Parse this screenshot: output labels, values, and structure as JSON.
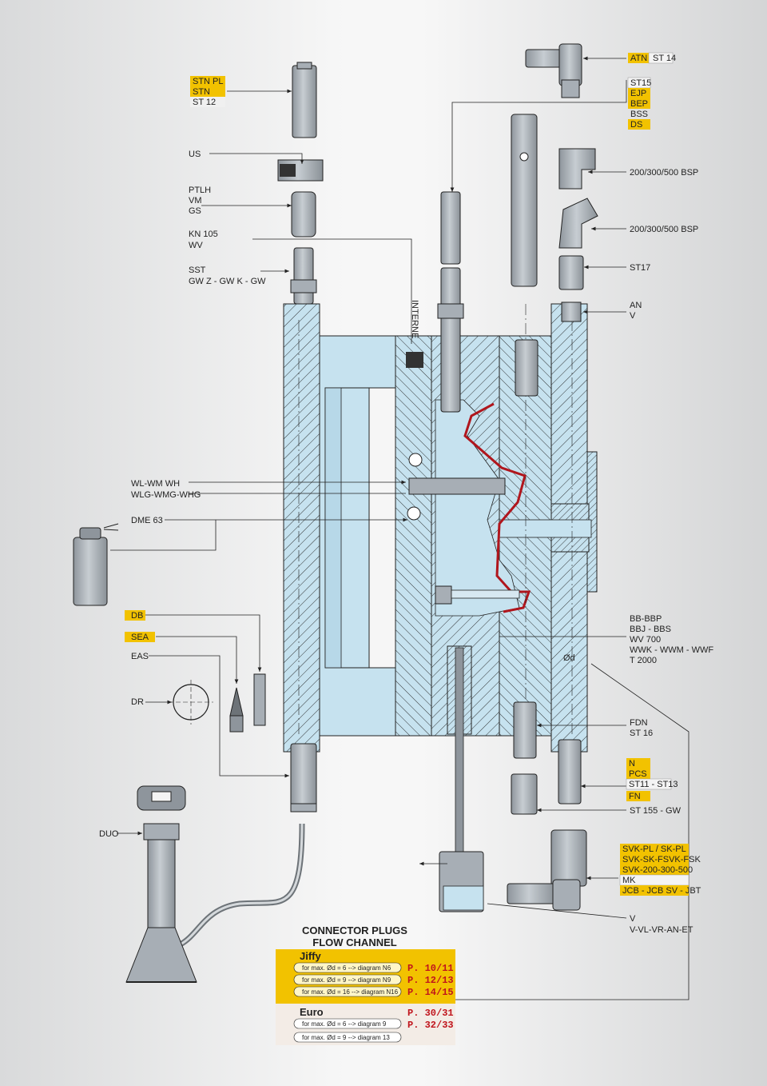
{
  "colors": {
    "yellow_tag": "#f2c200",
    "steel": "#a7aeb5",
    "mold_blue": "#c6e2ef",
    "hatch": "#222222",
    "cavity_red": "#b0161d",
    "page_red": "#c0141c"
  },
  "labels_left": {
    "stn_pl": "STN PL",
    "stn": "STN",
    "st12": "ST 12",
    "us": "US",
    "ptlh": "PTLH",
    "vm": "VM",
    "gs": "GS",
    "kn105": "KN 105",
    "wv": "WV",
    "sst": "SST",
    "gwz": "GW Z - GW K  - GW",
    "wl": "WL-WM WH",
    "wlg": "WLG-WMG-WHG",
    "dme": "DME 63",
    "db": "DB",
    "sea": "SEA",
    "eas": "EAS",
    "dr": "DR",
    "duo": "DUO"
  },
  "interne": "INTERNE",
  "labels_right": {
    "atn": "ATN",
    "st14": "ST 14",
    "st15": "ST15",
    "ejp": "EJP",
    "bep": "BEP",
    "bss": "BSS",
    "ds": "DS",
    "bsp1": "200/300/500 BSP",
    "bsp2": "200/300/500 BSP",
    "st17": "ST17",
    "an": "AN",
    "v": "V",
    "bb": "BB-BBP",
    "bbj": "BBJ - BBS",
    "wv700": "WV 700",
    "wwk": "WWK - WWM - WWF",
    "t2000": "T 2000",
    "od": "Ød",
    "fdn": "FDN",
    "st16": "ST 16",
    "n": "N",
    "pcs": "PCS",
    "st11": "ST11 - ST13",
    "fn": "FN",
    "st155": "ST 155 - GW",
    "svk1": "SVK-PL / SK-PL",
    "svk2": "SVK-SK-FSVK-FSK",
    "svk3": "SVK-200-300-500",
    "mk": "MK",
    "jcb": "JCB - JCB SV - JBT",
    "v2": "V",
    "vvl": "V-VL-VR-AN-ET"
  },
  "legend": {
    "title1": "CONNECTOR PLUGS",
    "title2": "FLOW CHANNEL",
    "jiffy": "Jiffy",
    "jiffy_rows": [
      "for max. Ød = 6 --> diagram N6",
      "for max. Ød = 9 --> diagram N9",
      "for max. Ød = 16 --> diagram N16"
    ],
    "jiffy_pages": [
      "P. 10/11",
      "P. 12/13",
      "P. 14/15"
    ],
    "euro": "Euro",
    "euro_rows": [
      "for max. Ød = 6 --> diagram 9",
      "for max. Ød = 9 --> diagram 13"
    ],
    "euro_pages": [
      "P. 30/31",
      "P. 32/33"
    ]
  }
}
